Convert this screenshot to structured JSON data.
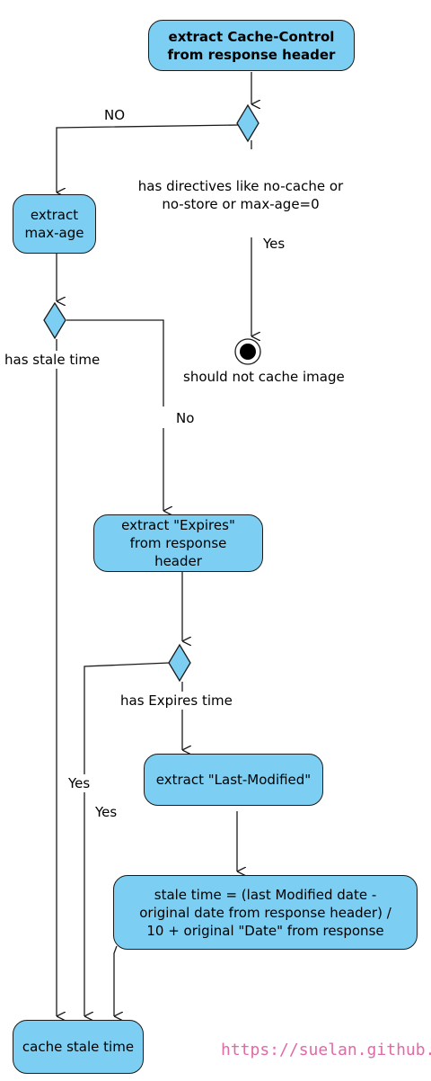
{
  "nodes": {
    "extract_cache_control": "extract Cache-Control\nfrom response header",
    "extract_max_age": "extract\nmax-age",
    "extract_expires": "extract \"Expires\"\nfrom response\nheader",
    "extract_last_modified": "extract \"Last-Modified\"",
    "stale_time_formula": "stale time = (last Modified date -\noriginal date from response header) /\n10 + original \"Date\" from response",
    "cache_stale_time": "cache stale time"
  },
  "labels": {
    "no_upper": "NO",
    "no_directives_condition": "has directives like no-cache or\nno-store or max-age=0",
    "yes_no_cache": "Yes",
    "should_not_cache": "should not cache image",
    "has_stale_time": "has stale time",
    "no_lower": "No",
    "has_expires_time": "has Expires time",
    "yes_stale_time": "Yes",
    "yes_expires": "Yes"
  },
  "watermark": "https://suelan.github.io/",
  "colors": {
    "node_fill": "#7ccff2",
    "stroke": "#1a1a1a",
    "watermark": "#e06aa6"
  }
}
